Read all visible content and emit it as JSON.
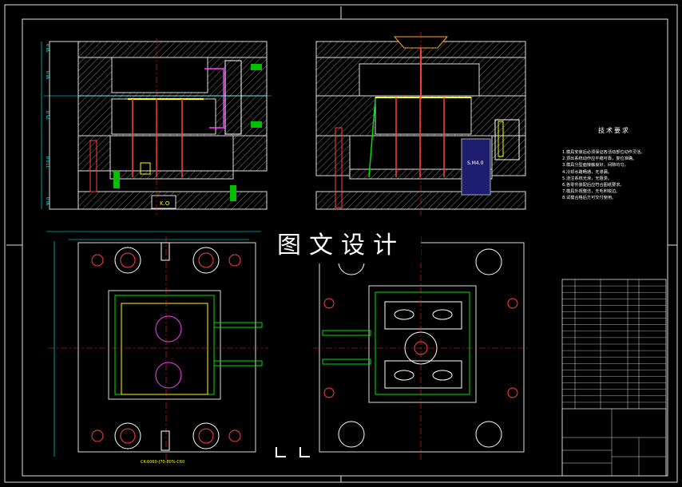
{
  "watermark": "图文设计",
  "notes": {
    "title": "技术要求",
    "lines": [
      "1.模具安装后必须保证各活动部位动作灵活。",
      "2.顶出系统动作应平稳可靠，复位准确。",
      "3.模具分型面接触良好，间隙均匀。",
      "4.冷却水路畅通，无渗漏。",
      "5.浇注系统光滑，无阻滞。",
      "6.各零件装配后应符合图纸要求。",
      "7.模具外观整洁，无毛刺锐边。",
      "8.试模合格后方可交付使用。"
    ]
  },
  "colors": {
    "background": "#000000",
    "frame": "#e0e0e0",
    "dimension": "#00ffff",
    "centerline": "#ff2020",
    "plate_edge": "#ffff00",
    "cooling": "#00c000",
    "cavity": "#ff40ff"
  },
  "bom_row_count": 20
}
